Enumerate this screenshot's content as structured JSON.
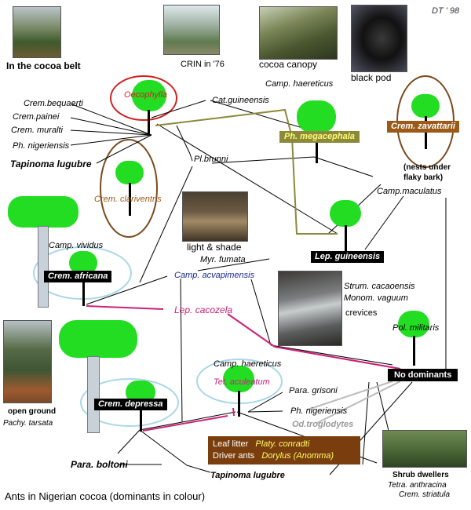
{
  "signature": "DT ' 98",
  "photos": {
    "cocoa_belt": "In the cocoa belt",
    "crin": "CRIN in '76",
    "canopy": "cocoa canopy",
    "black_pod": "black pod",
    "light_shade": "light & shade",
    "crevices": "crevices",
    "open_ground": "open ground",
    "shrub": "Shrub dwellers"
  },
  "species": {
    "crem_bequaerti": "Crem.bequaerti",
    "crem_painei": "Crem.painei",
    "crem_muralti": "Crem. muralti",
    "ph_nigeriensis_top": "Ph. nigeriensis",
    "tapinoma_top": "Tapinoma lugubre",
    "oecophylla": "Oecophylla",
    "cat_guineensis": "Cat.guineensis",
    "camp_haereticus_top": "Camp. haereticus",
    "ph_megacephala": "Ph. megacephala",
    "crem_zavattarii": "Crem. zavattarii",
    "nests_note": "(nests under\nflaky bark)",
    "pl_brunni": "Pl.brunni",
    "camp_maculatus": "Camp.maculatus",
    "crem_clariventris": "Crem. clariventris",
    "lep_guineensis": "Lep. guineensis",
    "camp_vividus": "Camp. vividus",
    "crem_africana": "Crem. africana",
    "myr_fumata": "Myr. fumata",
    "camp_acvapimensis": "Camp. acvapimensis",
    "strum": "Strum. cacaoensis",
    "monom": "Monom. vaguum",
    "lep_cacozela": "Lep. cacozela",
    "pol_militaris": "Pol. militaris",
    "no_dominants": "No dominants",
    "camp_haereticus_bottom": "Camp. haereticus",
    "tet_aculeatum": "Tet. aculeatum",
    "para_grisoni": "Para. grisoni",
    "ph_nigeriensis_bottom": "Ph. nigeriensis",
    "od_troglodytes": "Od.troglodytes",
    "crem_depressa": "Crem. depressa",
    "pachy": "Pachy. tarsata",
    "para_boltoni": "Para. boltoni",
    "tapinoma_bottom": "Tapinoma lugubre",
    "tetra": "Tetra. anthracina",
    "crem_striatula": "Crem. striatula"
  },
  "litter": {
    "leaf_litter": "Leaf litter",
    "platy": "Platy. conradti",
    "driver": "Driver ants",
    "dorylus": "Dorylus (Anomma)"
  },
  "caption": "Ants in Nigerian cocoa (dominants in colour)",
  "colors": {
    "canopy_green": "#22dd22",
    "trunk_grey": "#c8d0d8",
    "oval_brown": "#7a4b1e",
    "oval_red": "#d22020",
    "oval_cyan": "#a8d8e8",
    "pink_line": "#cc2277",
    "olive_line": "#8a8a3a"
  }
}
